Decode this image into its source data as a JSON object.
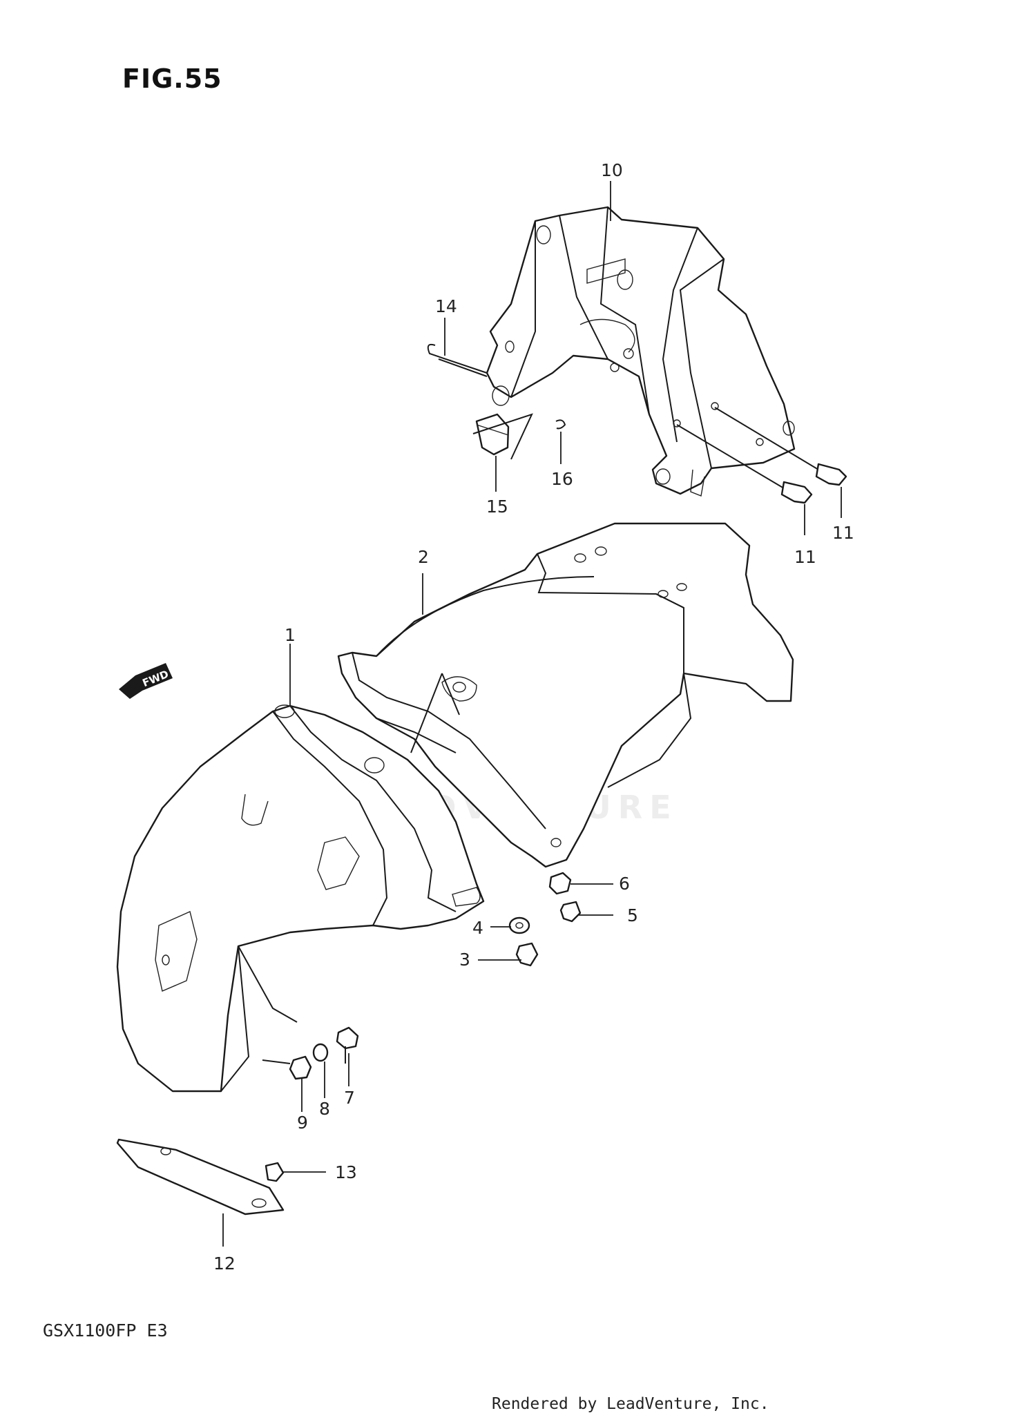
{
  "figure": {
    "title": "FIG.55",
    "model": "GSX1100FP  E3"
  },
  "footer": {
    "rendered_by": "Rendered by LeadVenture, Inc."
  },
  "watermark": {
    "text": "LEADVENTURE"
  },
  "fwd_badge": {
    "text": "FWD"
  },
  "callouts": {
    "p1": "1",
    "p2": "2",
    "p3": "3",
    "p4": "4",
    "p5": "5",
    "p6": "6",
    "p7": "7",
    "p8": "8",
    "p9": "9",
    "p10": "10",
    "p11a": "11",
    "p11b": "11",
    "p12": "12",
    "p13": "13",
    "p14": "14",
    "p15": "15",
    "p16": "16"
  }
}
